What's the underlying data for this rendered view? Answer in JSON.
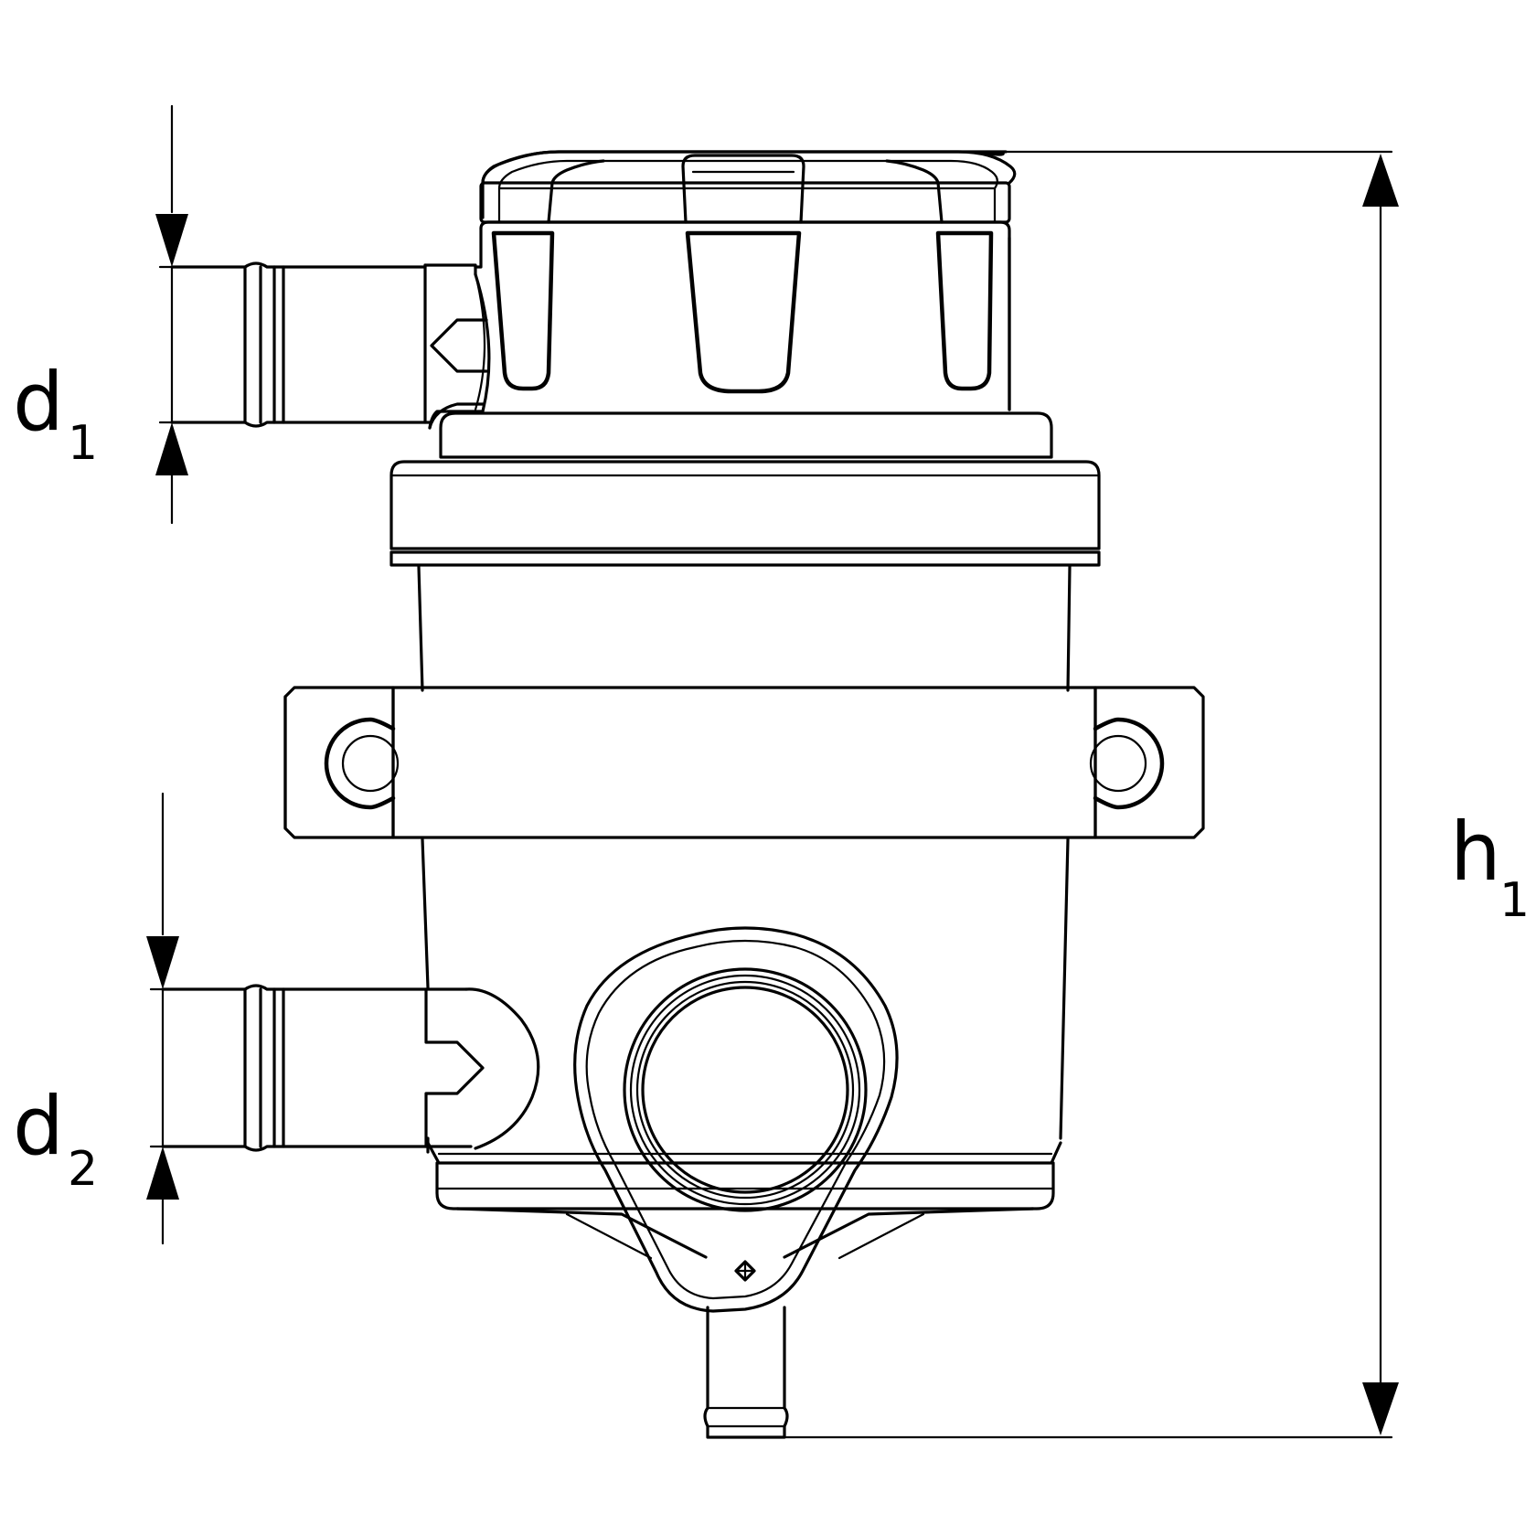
{
  "dimensions": {
    "d1": {
      "letter": "d",
      "index": "1"
    },
    "d2": {
      "letter": "d",
      "index": "2"
    },
    "h1": {
      "letter": "h",
      "index": "1"
    }
  }
}
